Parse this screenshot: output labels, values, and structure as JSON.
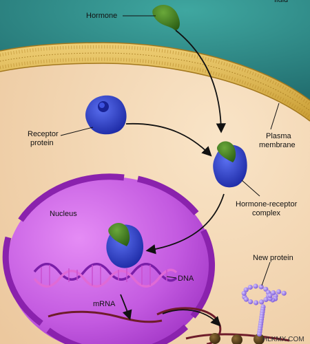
{
  "labels": {
    "fluid": "fluid",
    "hormone": "Hormone",
    "receptor_line1": "Receptor",
    "receptor_line2": "protein",
    "plasma_line1": "Plasma",
    "plasma_line2": "membrane",
    "complex_line1": "Hormone-receptor",
    "complex_line2": "complex",
    "nucleus": "Nucleus",
    "dna": "DNA",
    "mrna": "mRNA",
    "new_protein": "New protein"
  },
  "watermark": "HLKMX.COM",
  "colors": {
    "extracellular_fluid": "#2e8a86",
    "cytoplasm": "#f3d9b8",
    "membrane": "#d9b24a",
    "nucleus": "#b53fd6",
    "receptor": "#2e3fc4",
    "hormone": "#3a7a1e",
    "protein_beads": "#a07ee8"
  }
}
